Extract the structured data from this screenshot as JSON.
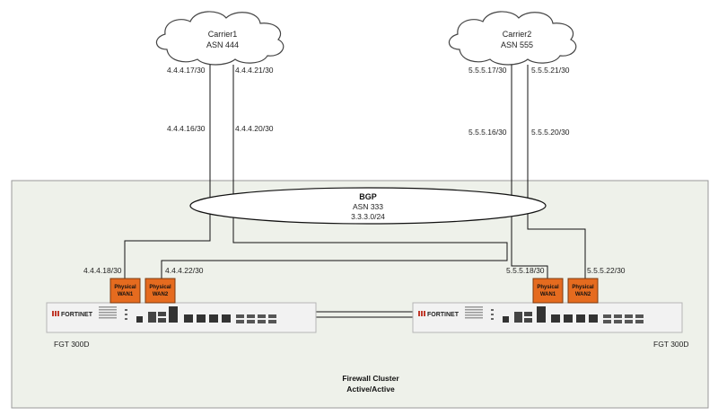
{
  "carriers": [
    {
      "name": "Carrier1",
      "asn": "ASN 444"
    },
    {
      "name": "Carrier2",
      "asn": "ASN 555"
    }
  ],
  "bgp": {
    "title": "BGP",
    "asn": "ASN 333",
    "subnet": "3.3.3.0/24"
  },
  "links": {
    "c1_left_top": "4.4.4.17/30",
    "c1_right_top": "4.4.4.21/30",
    "c1_left_net": "4.4.4.16/30",
    "c1_right_net": "4.4.4.20/30",
    "c2_left_top": "5.5.5.17/30",
    "c2_right_top": "5.5.5.21/30",
    "c2_left_net": "5.5.5.16/30",
    "c2_right_net": "5.5.5.20/30",
    "fw1_wan1_ip": "4.4.4.18/30",
    "fw1_wan2_ip": "4.4.4.22/30",
    "fw2_wan1_ip": "5.5.5.18/30",
    "fw2_wan2_ip": "5.5.5.22/30"
  },
  "ports": {
    "wan1_line1": "Physical",
    "wan1_line2": "WAN1",
    "wan2_line1": "Physical",
    "wan2_line2": "WAN2"
  },
  "firewalls": [
    {
      "model": "FGT 300D",
      "brand": "FORTINET"
    },
    {
      "model": "FGT 300D",
      "brand": "FORTINET"
    }
  ],
  "cluster": {
    "line1": "Firewall Cluster",
    "line2": "Active/Active"
  },
  "colors": {
    "panel": "#eef1ea",
    "port": "#e56b1f",
    "device": "#f2f2f2",
    "brand": "#c0392b"
  }
}
